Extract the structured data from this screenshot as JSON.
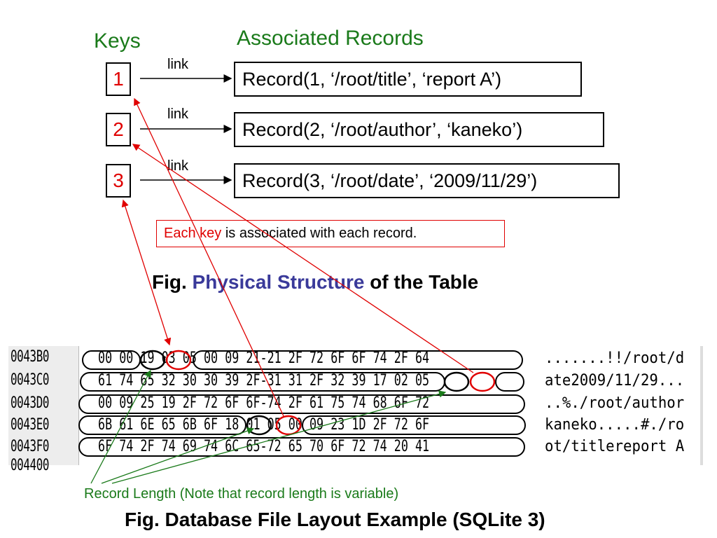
{
  "headers": {
    "keys": "Keys",
    "records": "Associated Records"
  },
  "link_label": "link",
  "keys": [
    "1",
    "2",
    "3"
  ],
  "records": [
    "Record(1, ‘/root/title’, ‘report A’)",
    "Record(2, ‘/root/author’, ‘kaneko’)",
    "Record(3, ‘/root/date’, ‘2009/11/29’)"
  ],
  "note": {
    "highlight": "Each key",
    "rest": " is associated with each record."
  },
  "caption1": {
    "prefix": "Fig. ",
    "highlight": "Physical Structure",
    "suffix": " of the Table"
  },
  "hexdump": {
    "addresses": [
      "0043B0",
      "0043C0",
      "0043D0",
      "0043E0",
      "0043F0",
      "004400"
    ],
    "hex_rows": [
      "00 00 19 03 05 00 09 21-21 2F 72 6F 6F 74 2F 64",
      "61 74 65 32 30 30 39 2F-31 31 2F 32 39 17 02 05",
      "00 09 25 19 2F 72 6F 6F-74 2F 61 75 74 68 6F 72",
      "6B 61 6E 65 6B 6F 18 01 05 00 09 23 1D 2F 72 6F",
      "6F 74 2F 74 69 74 6C 65-72 65 70 6F 72 74 20 41"
    ],
    "ascii_rows": [
      ".......!!/root/d",
      "ate2009/11/29...",
      "..%./root/author",
      "kaneko.....#./ro",
      "ot/titlereport A"
    ]
  },
  "record_length_note": "Record Length (Note that record length is variable)",
  "caption2": "Fig. Database File Layout Example (SQLite 3)",
  "colors": {
    "green": "#1a7a1a",
    "red": "#e00000",
    "blue": "#3a3a9a"
  }
}
